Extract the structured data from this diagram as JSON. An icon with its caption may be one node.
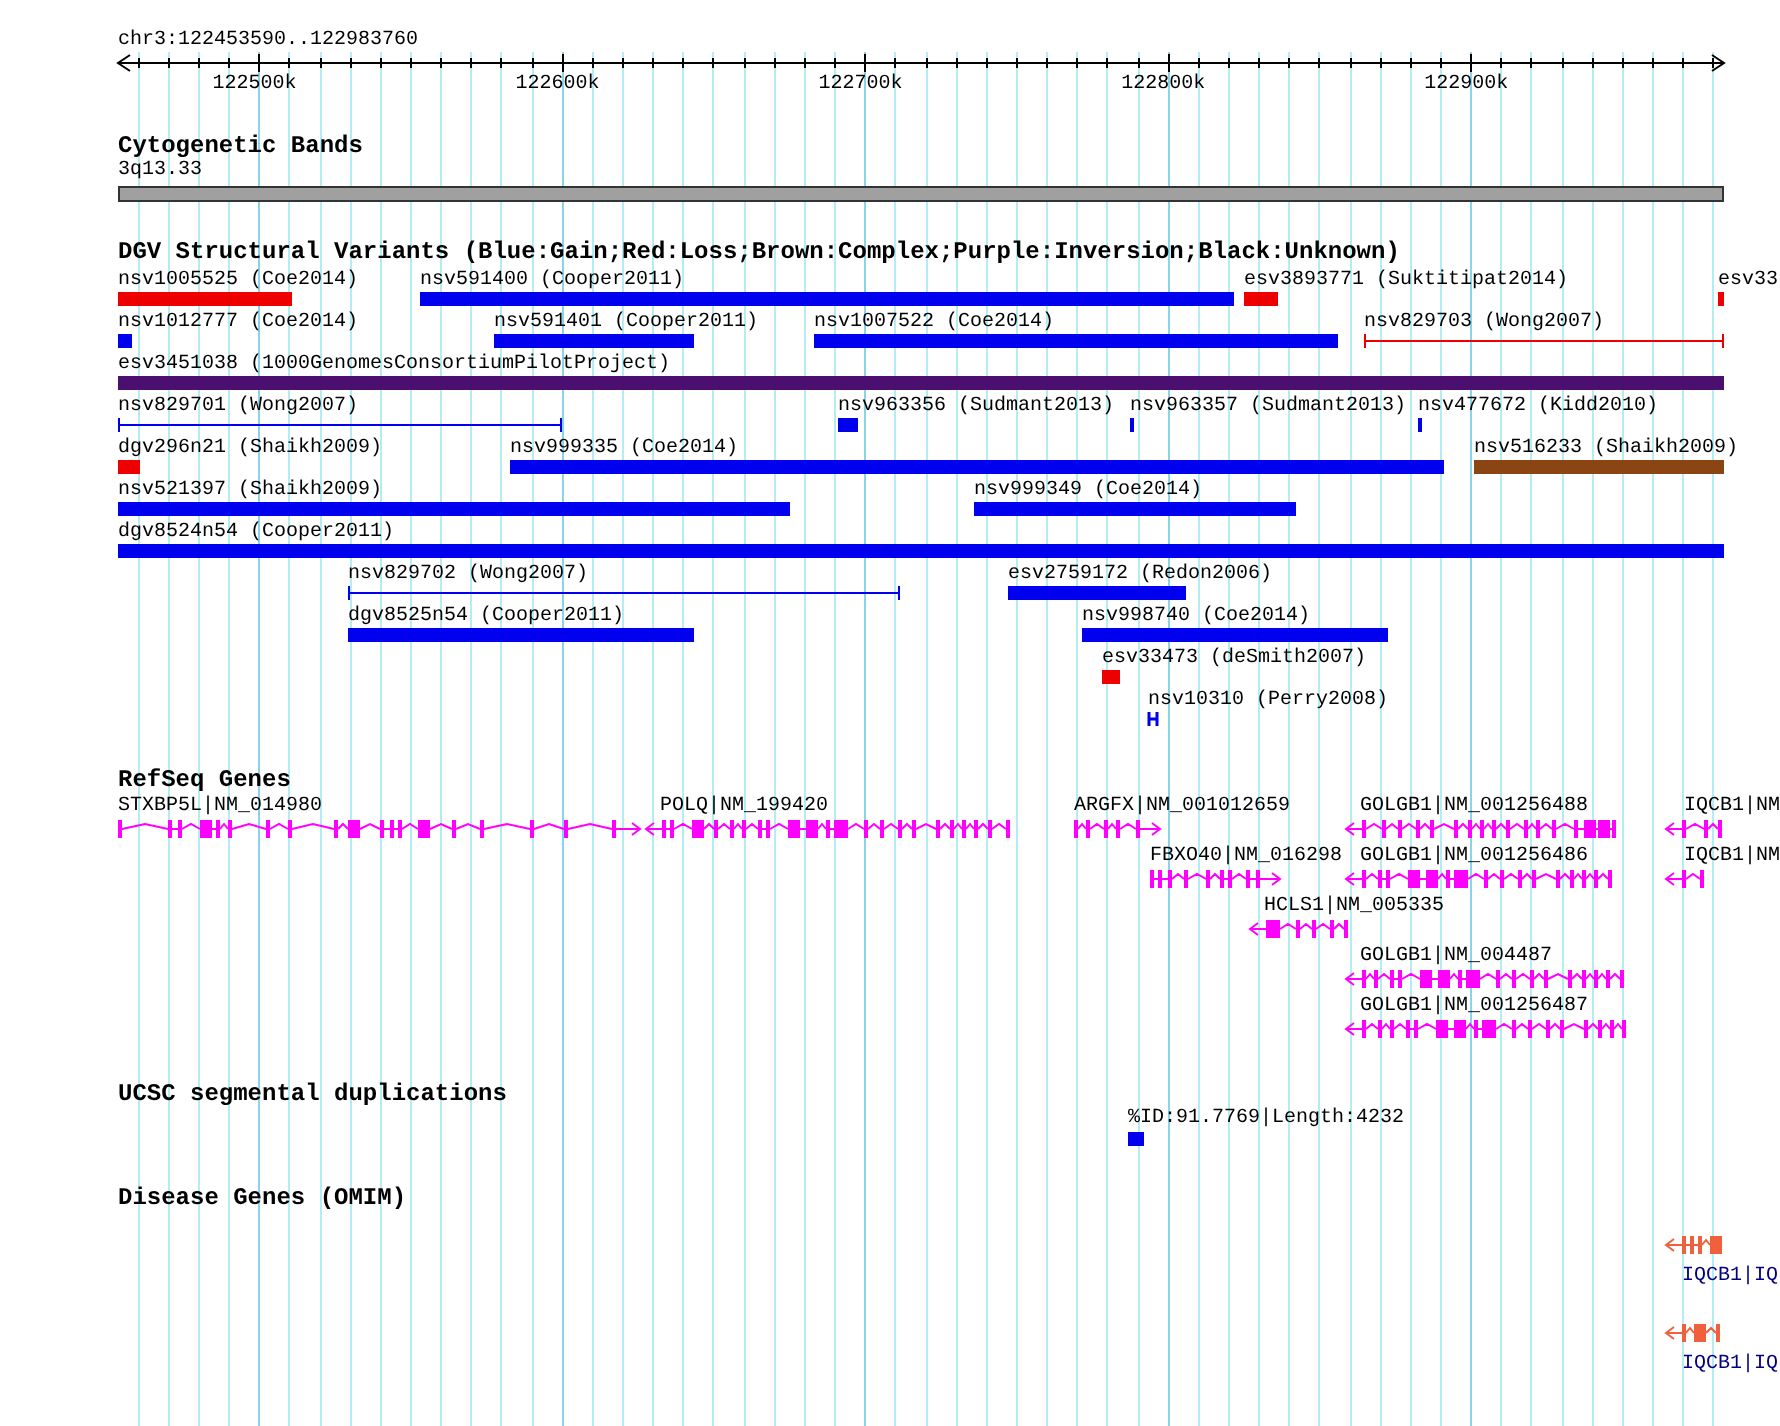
{
  "diagram": {
    "nodes": [
      {
        "text": [
          "3q13.33"
        ]
      },
      {
        "text": [
          "nsv1005525 (Coe2014)"
        ]
      },
      {
        "text": [
          "nsv591400 (Cooper2011)"
        ]
      },
      {
        "text": [
          "esv3893771 (Suktitipat2014)"
        ]
      },
      {
        "text": [
          "esv33"
        ]
      },
      {
        "text": [
          "nsv1012777 (Coe2014)"
        ]
      },
      {
        "text": [
          "nsv591401 (Cooper2011)"
        ]
      },
      {
        "text": [
          "nsv1007522 (Coe2014)"
        ]
      },
      {
        "text": [
          "nsv829703 (Wong2007)"
        ]
      },
      {
        "text": [
          "esv3451038 (1000GenomesConsortiumPilotProject)"
        ]
      },
      {
        "text": [
          "nsv829701 (Wong2007)"
        ]
      },
      {
        "text": [
          "nsv963356 (Sudmant2013)"
        ]
      },
      {
        "text": [
          "nsv963357 (Sudmant2013)"
        ]
      },
      {
        "text": [
          "nsv477672 (Kidd2010)"
        ]
      },
      {
        "text": [
          "dgv296n21 (Shaikh2009)"
        ]
      },
      {
        "text": [
          "nsv999335 (Coe2014)"
        ]
      },
      {
        "text": [
          "nsv516233 (Shaikh2009)"
        ]
      },
      {
        "text": [
          "nsv521397 (Shaikh2009)"
        ]
      },
      {
        "text": [
          "nsv999349 (Coe2014)"
        ]
      },
      {
        "text": [
          "dgv8524n54 (Cooper2011)"
        ]
      },
      {
        "text": [
          "nsv829702 (Wong2007)"
        ]
      },
      {
        "text": [
          "esv2759172 (Redon2006)"
        ]
      },
      {
        "text": [
          "dgv8525n54 (Cooper2011)"
        ]
      },
      {
        "text": [
          "nsv998740 (Coe2014)"
        ]
      },
      {
        "text": [
          "esv33473 (deSmith2007)"
        ]
      },
      {
        "text": [
          "nsv10310 (Perry2008)"
        ]
      },
      {
        "text": [
          "STXBP5L|NM_014980"
        ]
      },
      {
        "text": [
          "POLQ|NM_199420"
        ]
      },
      {
        "text": [
          "ARGFX|NM_001012659"
        ]
      },
      {
        "text": [
          "GOLGB1|NM_001256488"
        ]
      },
      {
        "text": [
          "IQCB1|NM"
        ]
      },
      {
        "text": [
          "FBXO40|NM_016298"
        ]
      },
      {
        "text": [
          "GOLGB1|NM_001256486"
        ]
      },
      {
        "text": [
          "IQCB1|NM"
        ]
      },
      {
        "text": [
          "HCLS1|NM_005335"
        ]
      },
      {
        "text": [
          "GOLGB1|NM_004487"
        ]
      },
      {
        "text": [
          "GOLGB1|NM_001256487"
        ]
      },
      {
        "text": [
          "%ID:91.7769|Length:4232"
        ]
      },
      {
        "text": [
          "IQCB1|IQ"
        ]
      },
      {
        "text": [
          "IQCB1|IQ"
        ]
      }
    ],
    "labels": [
      "chr3:122453590..122983760",
      "122500k",
      "122600k",
      "122700k",
      "122800k",
      "122900k",
      "Cytogenetic Bands",
      "DGV Structural Variants (Blue:Gain;Red:Loss;Brown:Complex;Purple:Inversion;Black:Unknown)",
      "RefSeq Genes",
      "UCSC segmental duplications",
      "Disease Genes (OMIM)"
    ]
  }
}
